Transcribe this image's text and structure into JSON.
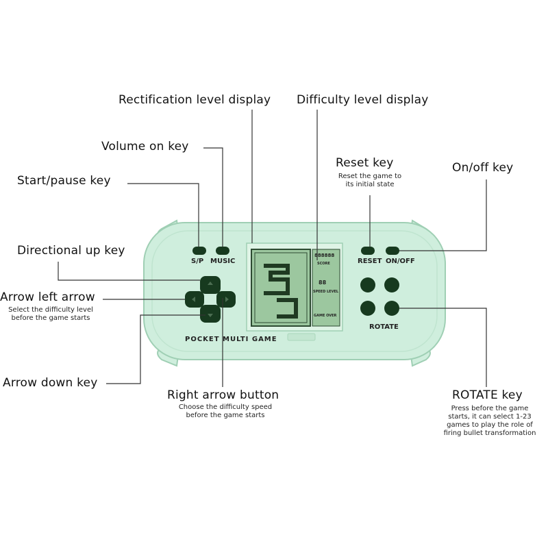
{
  "colors": {
    "body": "#cfeedd",
    "body_edge": "#9fcfb4",
    "button": "#173a1f",
    "screen": "#9cc79f",
    "line": "#333333"
  },
  "labels": {
    "rectification": "Rectification level display",
    "difficulty": "Difficulty level display",
    "volume": "Volume on key",
    "reset": "Reset key",
    "reset_desc": [
      "Reset the game to",
      "its initial state"
    ],
    "onoff": "On/off key",
    "start_pause": "Start/pause key",
    "directional_up": "Directional up key",
    "arrow_left": "Arrow left arrow",
    "arrow_left_desc": [
      "Select the difficulty level",
      "before the game starts"
    ],
    "arrow_down": "Arrow down key",
    "right_arrow": "Right arrow button",
    "right_arrow_desc": [
      "Choose the difficulty speed",
      "before the game starts"
    ],
    "rotate": "ROTATE key",
    "rotate_desc": [
      "Press before the game",
      "starts, it can select 1-23",
      "games to play the role of",
      "firing bullet transformation"
    ]
  },
  "device": {
    "sp_label": "S/P",
    "music_label": "MUSIC",
    "reset_label": "RESET",
    "onoff_label": "ON/OFF",
    "rotate_label": "ROTATE",
    "brand": "POCKET MULTI GAME",
    "screen_digits": "888888",
    "screen_score": "SCORE",
    "screen_speed_level": "SPEED LEVEL",
    "screen_game_over": "GAME OVER",
    "screen_numbers": "88"
  }
}
